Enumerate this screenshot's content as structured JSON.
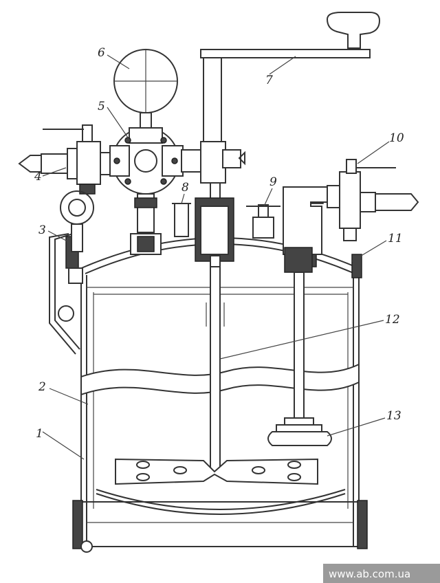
{
  "callouts": [
    {
      "id": "1",
      "text": "1"
    },
    {
      "id": "2",
      "text": "2"
    },
    {
      "id": "3",
      "text": "3"
    },
    {
      "id": "4",
      "text": "4"
    },
    {
      "id": "5",
      "text": "5"
    },
    {
      "id": "6",
      "text": "6"
    },
    {
      "id": "7",
      "text": "7"
    },
    {
      "id": "8",
      "text": "8"
    },
    {
      "id": "9",
      "text": "9"
    },
    {
      "id": "10",
      "text": "10"
    },
    {
      "id": "11",
      "text": "11"
    },
    {
      "id": "12",
      "text": "12"
    },
    {
      "id": "13",
      "text": "13"
    }
  ],
  "watermark": "www.ab.com.ua"
}
